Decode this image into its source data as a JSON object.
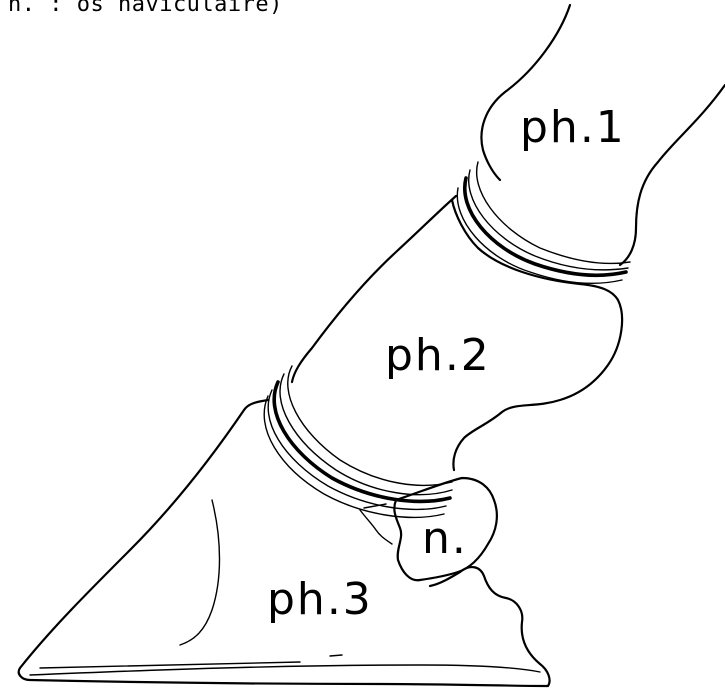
{
  "caption": "n. : os naviculaire)",
  "labels": {
    "ph1": "ph.1",
    "ph2": "ph.2",
    "ph3": "ph.3",
    "navicular": "n."
  }
}
